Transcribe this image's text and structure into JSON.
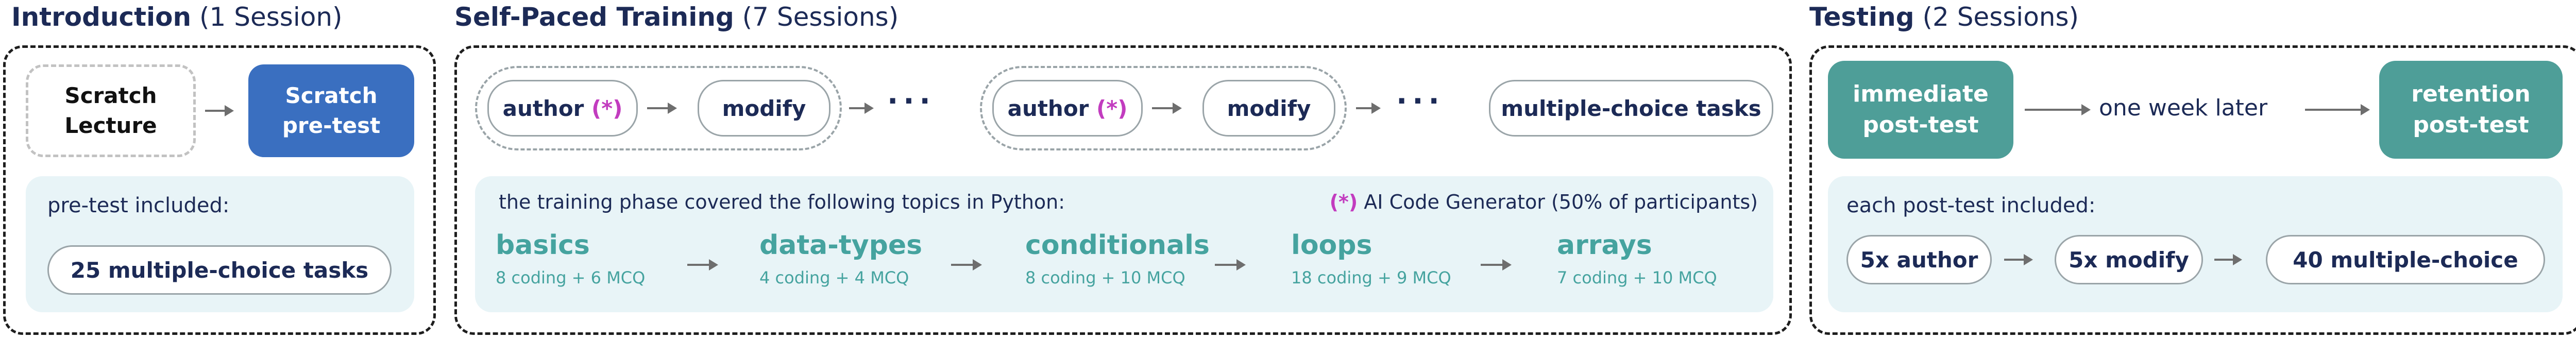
{
  "introduction": {
    "title": "Introduction",
    "subtitle": "(1 Session)",
    "lecture": [
      "Scratch",
      "Lecture"
    ],
    "pretest": [
      "Scratch",
      "pre-test"
    ],
    "panel_label": "pre-test included:",
    "panel_task": "25 multiple-choice tasks"
  },
  "training": {
    "title": "Self-Paced Training",
    "subtitle": "(7 Sessions)",
    "author_label": "author",
    "ai_marker": "(*)",
    "modify_label": "modify",
    "dots": "···",
    "mcq_label": "multiple-choice tasks",
    "panel_intro": "the training phase covered the following topics in Python:",
    "ai_note_marker": "(*)",
    "ai_note": "AI Code Generator (50% of participants)",
    "topics": [
      {
        "name": "basics",
        "count": "8 coding + 6 MCQ"
      },
      {
        "name": "data-types",
        "count": "4 coding + 4 MCQ"
      },
      {
        "name": "conditionals",
        "count": "8 coding + 10 MCQ"
      },
      {
        "name": "loops",
        "count": "18 coding + 9 MCQ"
      },
      {
        "name": "arrays",
        "count": "7 coding + 10 MCQ"
      }
    ]
  },
  "testing": {
    "title": "Testing",
    "subtitle": "(2 Sessions)",
    "immediate": [
      "immediate",
      "post-test"
    ],
    "delay_label": "one week later",
    "retention": [
      "retention",
      "post-test"
    ],
    "panel_label": "each post-test included:",
    "items": [
      "5x author",
      "5x modify",
      "40 multiple-choice"
    ]
  },
  "colors": {
    "navy": "#1c2a56",
    "blue": "#3a6fc0",
    "teal": "#4e9e98",
    "panel": "#e8f4f7",
    "magenta": "#c23cbf",
    "topic_teal": "#45a39f"
  }
}
